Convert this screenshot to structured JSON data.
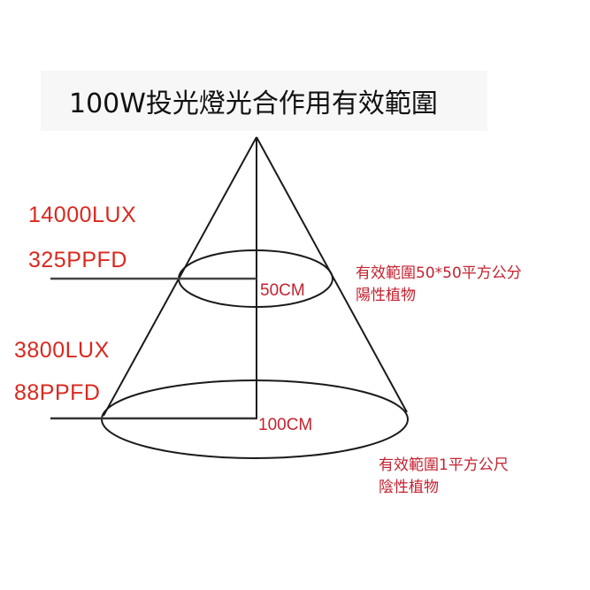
{
  "title": "100W投光燈光合作用有效範圍",
  "colors": {
    "label_red": "#d9281f",
    "note_red": "#c42230",
    "line": "#1a1a1a",
    "title_band": "#f7f7f7"
  },
  "upper_level": {
    "lux": "14000LUX",
    "ppfd": "325PPFD",
    "radius_label": "50CM",
    "note_line1": "有效範圍50*50平方公分",
    "note_line2": "陽性植物"
  },
  "lower_level": {
    "lux": "3800LUX",
    "ppfd": "88PPFD",
    "radius_label": "100CM",
    "note_line1": "有效範圍1平方公尺",
    "note_line2": "陰性植物"
  }
}
